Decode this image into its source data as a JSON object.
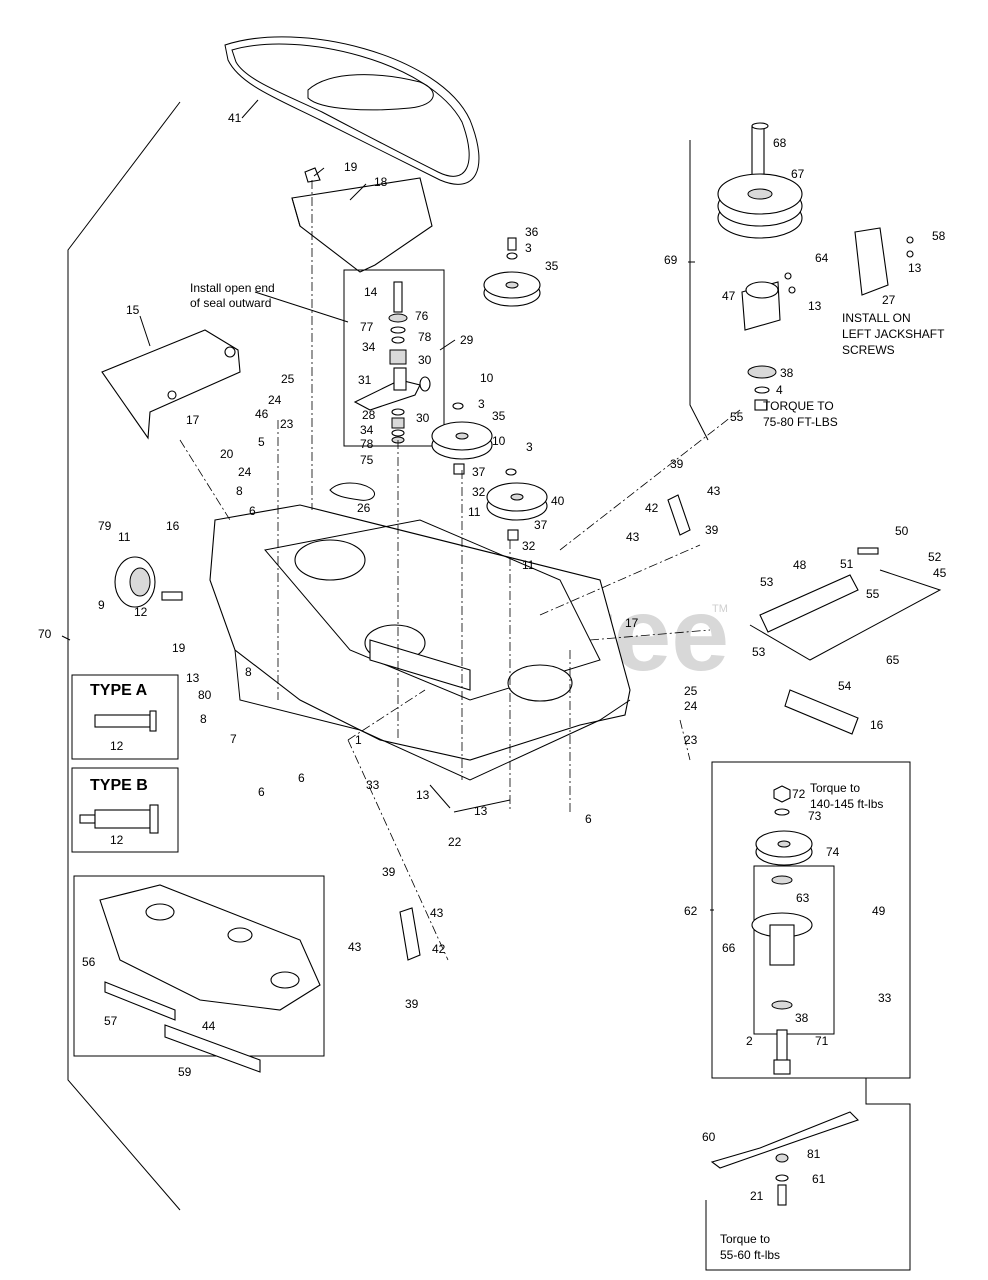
{
  "watermark": {
    "text": "PartsTree",
    "tm": "TM"
  },
  "notes": {
    "seal_1": "Install open end",
    "seal_2": "of seal outward",
    "install_1": "INSTALL ON",
    "install_2": "LEFT JACKSHAFT",
    "install_3": "SCREWS",
    "torque_a_1": "TORQUE TO",
    "torque_a_2": "75-80 FT-LBS",
    "torque_b_1": "Torque to",
    "torque_b_2": "140-145 ft-lbs",
    "torque_c_1": "Torque to",
    "torque_c_2": "55-60 ft-lbs"
  },
  "type_boxes": {
    "type_a": "TYPE A",
    "type_b": "TYPE B"
  },
  "callouts": [
    {
      "id": "c41",
      "text": "41"
    },
    {
      "id": "c19a",
      "text": "19"
    },
    {
      "id": "c18",
      "text": "18"
    },
    {
      "id": "c36",
      "text": "36"
    },
    {
      "id": "c3a",
      "text": "3"
    },
    {
      "id": "c35a",
      "text": "35"
    },
    {
      "id": "c68",
      "text": "68"
    },
    {
      "id": "c67",
      "text": "67"
    },
    {
      "id": "c58",
      "text": "58"
    },
    {
      "id": "c13a",
      "text": "13"
    },
    {
      "id": "c64",
      "text": "64"
    },
    {
      "id": "c13b",
      "text": "13"
    },
    {
      "id": "c27",
      "text": "27"
    },
    {
      "id": "c47",
      "text": "47"
    },
    {
      "id": "c69",
      "text": "69"
    },
    {
      "id": "c38a",
      "text": "38"
    },
    {
      "id": "c4",
      "text": "4"
    },
    {
      "id": "c55a",
      "text": "55"
    },
    {
      "id": "c15",
      "text": "15"
    },
    {
      "id": "c17a",
      "text": "17"
    },
    {
      "id": "c14",
      "text": "14"
    },
    {
      "id": "c77",
      "text": "77"
    },
    {
      "id": "c76",
      "text": "76"
    },
    {
      "id": "c78a",
      "text": "78"
    },
    {
      "id": "c34a",
      "text": "34"
    },
    {
      "id": "c30a",
      "text": "30"
    },
    {
      "id": "c29",
      "text": "29"
    },
    {
      "id": "c31",
      "text": "31"
    },
    {
      "id": "c28",
      "text": "28"
    },
    {
      "id": "c30b",
      "text": "30"
    },
    {
      "id": "c34b",
      "text": "34"
    },
    {
      "id": "c78b",
      "text": "78"
    },
    {
      "id": "c75",
      "text": "75"
    },
    {
      "id": "c25a",
      "text": "25"
    },
    {
      "id": "c24a",
      "text": "24"
    },
    {
      "id": "c46",
      "text": "46"
    },
    {
      "id": "c23a",
      "text": "23"
    },
    {
      "id": "c5",
      "text": "5"
    },
    {
      "id": "c20",
      "text": "20"
    },
    {
      "id": "c24b",
      "text": "24"
    },
    {
      "id": "c8a",
      "text": "8"
    },
    {
      "id": "c6a",
      "text": "6"
    },
    {
      "id": "c26",
      "text": "26"
    },
    {
      "id": "c10a",
      "text": "10"
    },
    {
      "id": "c3b",
      "text": "3"
    },
    {
      "id": "c35b",
      "text": "35"
    },
    {
      "id": "c10b",
      "text": "10"
    },
    {
      "id": "c3c",
      "text": "3"
    },
    {
      "id": "c37a",
      "text": "37"
    },
    {
      "id": "c32a",
      "text": "32"
    },
    {
      "id": "c11a",
      "text": "11"
    },
    {
      "id": "c40",
      "text": "40"
    },
    {
      "id": "c37b",
      "text": "37"
    },
    {
      "id": "c32b",
      "text": "32"
    },
    {
      "id": "c11b",
      "text": "11"
    },
    {
      "id": "c39a",
      "text": "39"
    },
    {
      "id": "c42a",
      "text": "42"
    },
    {
      "id": "c43a",
      "text": "43"
    },
    {
      "id": "c43b",
      "text": "43"
    },
    {
      "id": "c39b",
      "text": "39"
    },
    {
      "id": "c79",
      "text": "79"
    },
    {
      "id": "c11c",
      "text": "11"
    },
    {
      "id": "c16a",
      "text": "16"
    },
    {
      "id": "c9",
      "text": "9"
    },
    {
      "id": "c12a",
      "text": "12"
    },
    {
      "id": "c70",
      "text": "70"
    },
    {
      "id": "c19b",
      "text": "19"
    },
    {
      "id": "c13c",
      "text": "13"
    },
    {
      "id": "c80",
      "text": "80"
    },
    {
      "id": "c8b",
      "text": "8"
    },
    {
      "id": "c8c",
      "text": "8"
    },
    {
      "id": "c7",
      "text": "7"
    },
    {
      "id": "c6b",
      "text": "6"
    },
    {
      "id": "c6c",
      "text": "6"
    },
    {
      "id": "c1",
      "text": "1"
    },
    {
      "id": "c17b",
      "text": "17"
    },
    {
      "id": "c51",
      "text": "51"
    },
    {
      "id": "c50",
      "text": "50"
    },
    {
      "id": "c48",
      "text": "48"
    },
    {
      "id": "c52",
      "text": "52"
    },
    {
      "id": "c45",
      "text": "45"
    },
    {
      "id": "c53a",
      "text": "53"
    },
    {
      "id": "c55b",
      "text": "55"
    },
    {
      "id": "c53b",
      "text": "53"
    },
    {
      "id": "c65",
      "text": "65"
    },
    {
      "id": "c54",
      "text": "54"
    },
    {
      "id": "c16b",
      "text": "16"
    },
    {
      "id": "c25b",
      "text": "25"
    },
    {
      "id": "c24c",
      "text": "24"
    },
    {
      "id": "c23b",
      "text": "23"
    },
    {
      "id": "c12b",
      "text": "12"
    },
    {
      "id": "c12c",
      "text": "12"
    },
    {
      "id": "c33a",
      "text": "33"
    },
    {
      "id": "c13d",
      "text": "13"
    },
    {
      "id": "c13e",
      "text": "13"
    },
    {
      "id": "c22",
      "text": "22"
    },
    {
      "id": "c6d",
      "text": "6"
    },
    {
      "id": "c72",
      "text": "72"
    },
    {
      "id": "c73",
      "text": "73"
    },
    {
      "id": "c74",
      "text": "74"
    },
    {
      "id": "c62",
      "text": "62"
    },
    {
      "id": "c63",
      "text": "63"
    },
    {
      "id": "c49",
      "text": "49"
    },
    {
      "id": "c66",
      "text": "66"
    },
    {
      "id": "c38b",
      "text": "38"
    },
    {
      "id": "c33b",
      "text": "33"
    },
    {
      "id": "c2",
      "text": "2"
    },
    {
      "id": "c71",
      "text": "71"
    },
    {
      "id": "c39c",
      "text": "39"
    },
    {
      "id": "c43c",
      "text": "43"
    },
    {
      "id": "c43d",
      "text": "43"
    },
    {
      "id": "c42b",
      "text": "42"
    },
    {
      "id": "c39d",
      "text": "39"
    },
    {
      "id": "c56",
      "text": "56"
    },
    {
      "id": "c57",
      "text": "57"
    },
    {
      "id": "c44",
      "text": "44"
    },
    {
      "id": "c59",
      "text": "59"
    },
    {
      "id": "c60",
      "text": "60"
    },
    {
      "id": "c81",
      "text": "81"
    },
    {
      "id": "c21",
      "text": "21"
    },
    {
      "id": "c61",
      "text": "61"
    }
  ]
}
